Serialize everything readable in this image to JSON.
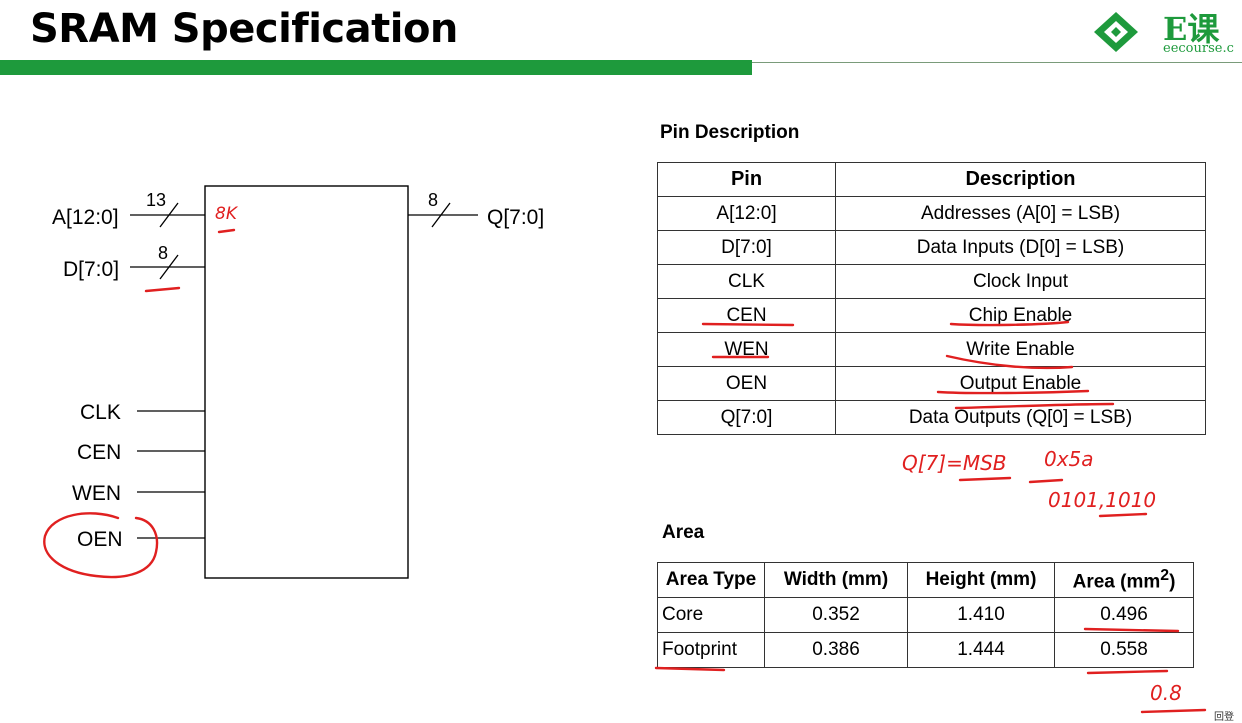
{
  "header": {
    "title": "SRAM Specification",
    "accent_color": "#1e9a3c",
    "logo": {
      "mark": "E课",
      "sub": "eecourse.c",
      "icon": "diamond-logo-icon"
    }
  },
  "diagram": {
    "inputs": [
      {
        "name": "A[12:0]",
        "bus_width": "13"
      },
      {
        "name": "D[7:0]",
        "bus_width": "8"
      },
      {
        "name": "CLK"
      },
      {
        "name": "CEN"
      },
      {
        "name": "WEN"
      },
      {
        "name": "OEN"
      }
    ],
    "outputs": [
      {
        "name": "Q[7:0]",
        "bus_width": "8"
      }
    ],
    "block_note": "8K"
  },
  "pin_description": {
    "title": "Pin Description",
    "headers": [
      "Pin",
      "Description"
    ],
    "rows": [
      {
        "pin": "A[12:0]",
        "desc": "Addresses (A[0] = LSB)"
      },
      {
        "pin": "D[7:0]",
        "desc": "Data Inputs (D[0] = LSB)"
      },
      {
        "pin": "CLK",
        "desc": "Clock Input"
      },
      {
        "pin": "CEN",
        "desc": "Chip Enable"
      },
      {
        "pin": "WEN",
        "desc": "Write Enable"
      },
      {
        "pin": "OEN",
        "desc": "Output Enable"
      },
      {
        "pin": "Q[7:0]",
        "desc": "Data Outputs (Q[0] = LSB)"
      }
    ]
  },
  "area": {
    "title": "Area",
    "headers": [
      "Area Type",
      "Width (mm)",
      "Height (mm)",
      "Area (mm",
      "2",
      ")"
    ],
    "rows": [
      {
        "type": "Core",
        "width": "0.352",
        "height": "1.410",
        "area": "0.496"
      },
      {
        "type": "Footprint",
        "width": "0.386",
        "height": "1.444",
        "area": "0.558"
      }
    ]
  },
  "handwriting": {
    "note1": "Q[7]=MSB",
    "note2": "0x5a",
    "note3": "0101,1010",
    "note4": "0.8",
    "ink_color": "#e02020"
  },
  "corner_mark": "回登"
}
